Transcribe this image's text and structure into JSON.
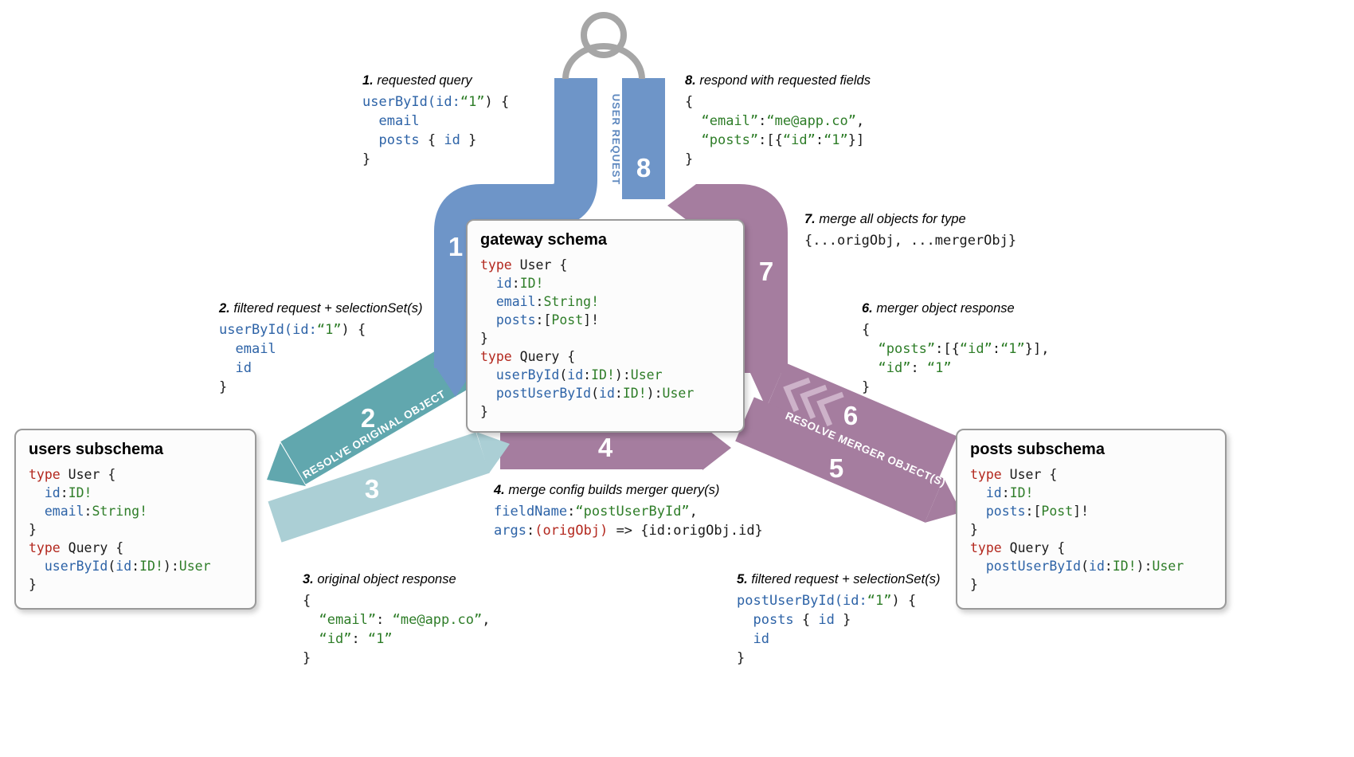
{
  "colors": {
    "band_blue": "#6e95c8",
    "band_teal": "#61a7ae",
    "band_teal_light": "#abcfd5",
    "band_mauve": "#a57d9f",
    "band_mauve_light": "#cdb2c9",
    "strip_label_blue": "#5e88bf",
    "keyword_red": "#b3281e",
    "field_blue": "#2d63a7",
    "type_green": "#2e7d28"
  },
  "bands": {
    "user_request": "USER REQUEST",
    "resolve_original": "RESOLVE ORIGINAL OBJECT",
    "resolve_merger": "RESOLVE MERGER OBJECT(S)"
  },
  "steps": {
    "n1": "1",
    "n2": "2",
    "n3": "3",
    "n4": "4",
    "n5": "5",
    "n6": "6",
    "n7": "7",
    "n8": "8"
  },
  "boxes": {
    "gateway": {
      "title": "gateway schema",
      "code": [
        [
          {
            "c": "kw",
            "t": "type"
          },
          {
            "c": "pln",
            "t": " User {"
          }
        ],
        [
          {
            "c": "pln",
            "t": "  "
          },
          {
            "c": "name",
            "t": "id"
          },
          {
            "c": "pln",
            "t": ":"
          },
          {
            "c": "typ",
            "t": "ID!"
          }
        ],
        [
          {
            "c": "pln",
            "t": "  "
          },
          {
            "c": "name",
            "t": "email"
          },
          {
            "c": "pln",
            "t": ":"
          },
          {
            "c": "typ",
            "t": "String!"
          }
        ],
        [
          {
            "c": "pln",
            "t": "  "
          },
          {
            "c": "name",
            "t": "posts"
          },
          {
            "c": "pln",
            "t": ":["
          },
          {
            "c": "typ",
            "t": "Post"
          },
          {
            "c": "pln",
            "t": "]!"
          }
        ],
        [
          {
            "c": "pln",
            "t": "}"
          }
        ],
        [
          {
            "c": "kw",
            "t": "type"
          },
          {
            "c": "pln",
            "t": " Query {"
          }
        ],
        [
          {
            "c": "pln",
            "t": "  "
          },
          {
            "c": "name",
            "t": "userById"
          },
          {
            "c": "pln",
            "t": "("
          },
          {
            "c": "name",
            "t": "id"
          },
          {
            "c": "pln",
            "t": ":"
          },
          {
            "c": "typ",
            "t": "ID!"
          },
          {
            "c": "pln",
            "t": "):"
          },
          {
            "c": "typ",
            "t": "User"
          }
        ],
        [
          {
            "c": "pln",
            "t": "  "
          },
          {
            "c": "name",
            "t": "postUserById"
          },
          {
            "c": "pln",
            "t": "("
          },
          {
            "c": "name",
            "t": "id"
          },
          {
            "c": "pln",
            "t": ":"
          },
          {
            "c": "typ",
            "t": "ID!"
          },
          {
            "c": "pln",
            "t": "):"
          },
          {
            "c": "typ",
            "t": "User"
          }
        ],
        [
          {
            "c": "pln",
            "t": "}"
          }
        ]
      ]
    },
    "users": {
      "title": "users subschema",
      "code": [
        [
          {
            "c": "kw",
            "t": "type"
          },
          {
            "c": "pln",
            "t": " User {"
          }
        ],
        [
          {
            "c": "pln",
            "t": "  "
          },
          {
            "c": "name",
            "t": "id"
          },
          {
            "c": "pln",
            "t": ":"
          },
          {
            "c": "typ",
            "t": "ID!"
          }
        ],
        [
          {
            "c": "pln",
            "t": "  "
          },
          {
            "c": "name",
            "t": "email"
          },
          {
            "c": "pln",
            "t": ":"
          },
          {
            "c": "typ",
            "t": "String!"
          }
        ],
        [
          {
            "c": "pln",
            "t": "}"
          }
        ],
        [
          {
            "c": "kw",
            "t": "type"
          },
          {
            "c": "pln",
            "t": " Query {"
          }
        ],
        [
          {
            "c": "pln",
            "t": "  "
          },
          {
            "c": "name",
            "t": "userById"
          },
          {
            "c": "pln",
            "t": "("
          },
          {
            "c": "name",
            "t": "id"
          },
          {
            "c": "pln",
            "t": ":"
          },
          {
            "c": "typ",
            "t": "ID!"
          },
          {
            "c": "pln",
            "t": "):"
          },
          {
            "c": "typ",
            "t": "User"
          }
        ],
        [
          {
            "c": "pln",
            "t": "}"
          }
        ]
      ]
    },
    "posts": {
      "title": "posts subschema",
      "code": [
        [
          {
            "c": "kw",
            "t": "type"
          },
          {
            "c": "pln",
            "t": " User {"
          }
        ],
        [
          {
            "c": "pln",
            "t": "  "
          },
          {
            "c": "name",
            "t": "id"
          },
          {
            "c": "pln",
            "t": ":"
          },
          {
            "c": "typ",
            "t": "ID!"
          }
        ],
        [
          {
            "c": "pln",
            "t": "  "
          },
          {
            "c": "name",
            "t": "posts"
          },
          {
            "c": "pln",
            "t": ":["
          },
          {
            "c": "typ",
            "t": "Post"
          },
          {
            "c": "pln",
            "t": "]!"
          }
        ],
        [
          {
            "c": "pln",
            "t": "}"
          }
        ],
        [
          {
            "c": "kw",
            "t": "type"
          },
          {
            "c": "pln",
            "t": " Query {"
          }
        ],
        [
          {
            "c": "pln",
            "t": "  "
          },
          {
            "c": "name",
            "t": "postUserById"
          },
          {
            "c": "pln",
            "t": "("
          },
          {
            "c": "name",
            "t": "id"
          },
          {
            "c": "pln",
            "t": ":"
          },
          {
            "c": "typ",
            "t": "ID!"
          },
          {
            "c": "pln",
            "t": "):"
          },
          {
            "c": "typ",
            "t": "User"
          }
        ],
        [
          {
            "c": "pln",
            "t": "}"
          }
        ]
      ]
    }
  },
  "annotations": {
    "a1": {
      "num": "1.",
      "label": "requested query",
      "code": [
        [
          {
            "c": "name",
            "t": "userById(id:"
          },
          {
            "c": "str",
            "t": "“1”"
          },
          {
            "c": "pln",
            "t": ") {"
          }
        ],
        [
          {
            "c": "pln",
            "t": "  "
          },
          {
            "c": "name",
            "t": "email"
          }
        ],
        [
          {
            "c": "pln",
            "t": "  "
          },
          {
            "c": "name",
            "t": "posts"
          },
          {
            "c": "pln",
            "t": " { "
          },
          {
            "c": "name",
            "t": "id"
          },
          {
            "c": "pln",
            "t": " }"
          }
        ],
        [
          {
            "c": "pln",
            "t": "}"
          }
        ]
      ]
    },
    "a2": {
      "num": "2.",
      "label": "filtered request + selectionSet(s)",
      "code": [
        [
          {
            "c": "name",
            "t": "userById(id:"
          },
          {
            "c": "str",
            "t": "“1”"
          },
          {
            "c": "pln",
            "t": ") {"
          }
        ],
        [
          {
            "c": "pln",
            "t": "  "
          },
          {
            "c": "name",
            "t": "email"
          }
        ],
        [
          {
            "c": "pln",
            "t": "  "
          },
          {
            "c": "name",
            "t": "id"
          }
        ],
        [
          {
            "c": "pln",
            "t": "}"
          }
        ]
      ]
    },
    "a3": {
      "num": "3.",
      "label": "original object response",
      "code": [
        [
          {
            "c": "pln",
            "t": "{"
          }
        ],
        [
          {
            "c": "pln",
            "t": "  "
          },
          {
            "c": "str",
            "t": "“email”"
          },
          {
            "c": "pln",
            "t": ": "
          },
          {
            "c": "str",
            "t": "“me@app.co”"
          },
          {
            "c": "pln",
            "t": ","
          }
        ],
        [
          {
            "c": "pln",
            "t": "  "
          },
          {
            "c": "str",
            "t": "“id”"
          },
          {
            "c": "pln",
            "t": ": "
          },
          {
            "c": "str",
            "t": "“1”"
          }
        ],
        [
          {
            "c": "pln",
            "t": "}"
          }
        ]
      ]
    },
    "a4": {
      "num": "4.",
      "label": "merge config builds merger query(s)",
      "code": [
        [
          {
            "c": "name",
            "t": "fieldName"
          },
          {
            "c": "pln",
            "t": ":"
          },
          {
            "c": "str",
            "t": "“postUserById”"
          },
          {
            "c": "pln",
            "t": ","
          }
        ],
        [
          {
            "c": "name",
            "t": "args"
          },
          {
            "c": "pln",
            "t": ":"
          },
          {
            "c": "kw",
            "t": "(origObj)"
          },
          {
            "c": "pln",
            "t": " => {id:origObj.id}"
          }
        ]
      ]
    },
    "a5": {
      "num": "5.",
      "label": "filtered request + selectionSet(s)",
      "code": [
        [
          {
            "c": "name",
            "t": "postUserById(id:"
          },
          {
            "c": "str",
            "t": "“1”"
          },
          {
            "c": "pln",
            "t": ") {"
          }
        ],
        [
          {
            "c": "pln",
            "t": "  "
          },
          {
            "c": "name",
            "t": "posts"
          },
          {
            "c": "pln",
            "t": " { "
          },
          {
            "c": "name",
            "t": "id"
          },
          {
            "c": "pln",
            "t": " }"
          }
        ],
        [
          {
            "c": "pln",
            "t": "  "
          },
          {
            "c": "name",
            "t": "id"
          }
        ],
        [
          {
            "c": "pln",
            "t": "}"
          }
        ]
      ]
    },
    "a6": {
      "num": "6.",
      "label": "merger object response",
      "code": [
        [
          {
            "c": "pln",
            "t": "{"
          }
        ],
        [
          {
            "c": "pln",
            "t": "  "
          },
          {
            "c": "str",
            "t": "“posts”"
          },
          {
            "c": "pln",
            "t": ":[{"
          },
          {
            "c": "str",
            "t": "“id”"
          },
          {
            "c": "pln",
            "t": ":"
          },
          {
            "c": "str",
            "t": "“1”"
          },
          {
            "c": "pln",
            "t": "}],"
          }
        ],
        [
          {
            "c": "pln",
            "t": "  "
          },
          {
            "c": "str",
            "t": "“id”"
          },
          {
            "c": "pln",
            "t": ": "
          },
          {
            "c": "str",
            "t": "“1”"
          }
        ],
        [
          {
            "c": "pln",
            "t": "}"
          }
        ]
      ]
    },
    "a7": {
      "num": "7.",
      "label": "merge all objects for type",
      "code": [
        [
          {
            "c": "pln",
            "t": "{...origObj, ...mergerObj}"
          }
        ]
      ]
    },
    "a8": {
      "num": "8.",
      "label": "respond with requested fields",
      "code": [
        [
          {
            "c": "pln",
            "t": "{"
          }
        ],
        [
          {
            "c": "pln",
            "t": "  "
          },
          {
            "c": "str",
            "t": "“email”"
          },
          {
            "c": "pln",
            "t": ":"
          },
          {
            "c": "str",
            "t": "“me@app.co”"
          },
          {
            "c": "pln",
            "t": ","
          }
        ],
        [
          {
            "c": "pln",
            "t": "  "
          },
          {
            "c": "str",
            "t": "“posts”"
          },
          {
            "c": "pln",
            "t": ":[{"
          },
          {
            "c": "str",
            "t": "“id”"
          },
          {
            "c": "pln",
            "t": ":"
          },
          {
            "c": "str",
            "t": "“1”"
          },
          {
            "c": "pln",
            "t": "}]"
          }
        ],
        [
          {
            "c": "pln",
            "t": "}"
          }
        ]
      ]
    }
  }
}
